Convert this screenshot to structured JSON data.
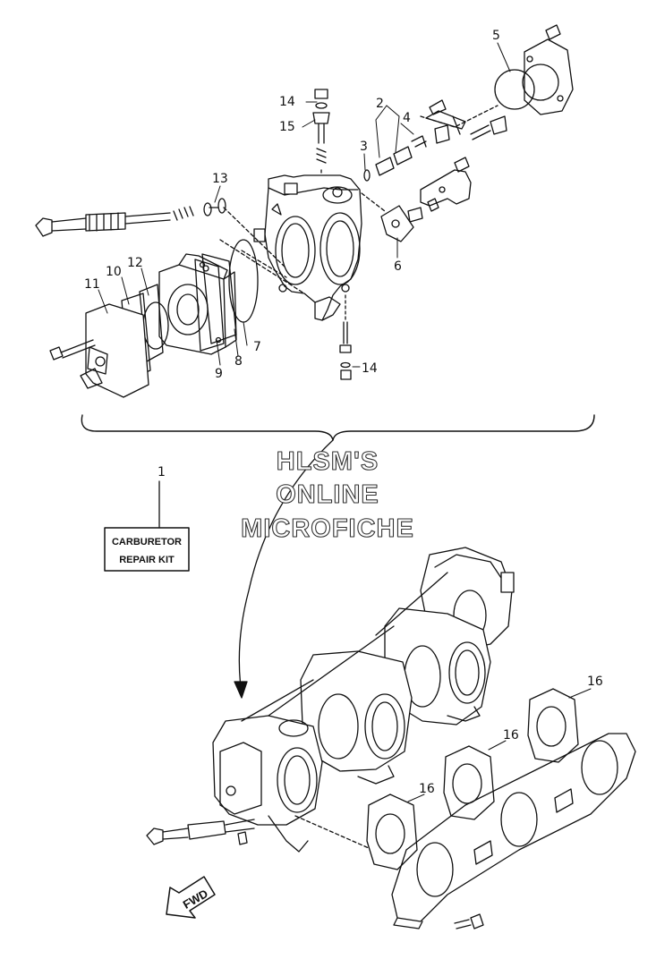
{
  "callouts": {
    "c1": "1",
    "c2": "2",
    "c3": "3",
    "c4": "4",
    "c5": "5",
    "c6": "6",
    "c7": "7",
    "c8": "8",
    "c9": "9",
    "c10": "10",
    "c11": "11",
    "c12": "12",
    "c13": "13",
    "c14a": "14",
    "c14b": "14",
    "c15": "15",
    "c16a": "16",
    "c16b": "16",
    "c16c": "16"
  },
  "watermark": {
    "line1": "HLSM'S",
    "line2": "ONLINE",
    "line3": "MICROFICHE"
  },
  "repair_kit": {
    "line1": "CARBURETOR",
    "line2": "REPAIR KIT"
  },
  "direction_arrow": "FWD"
}
